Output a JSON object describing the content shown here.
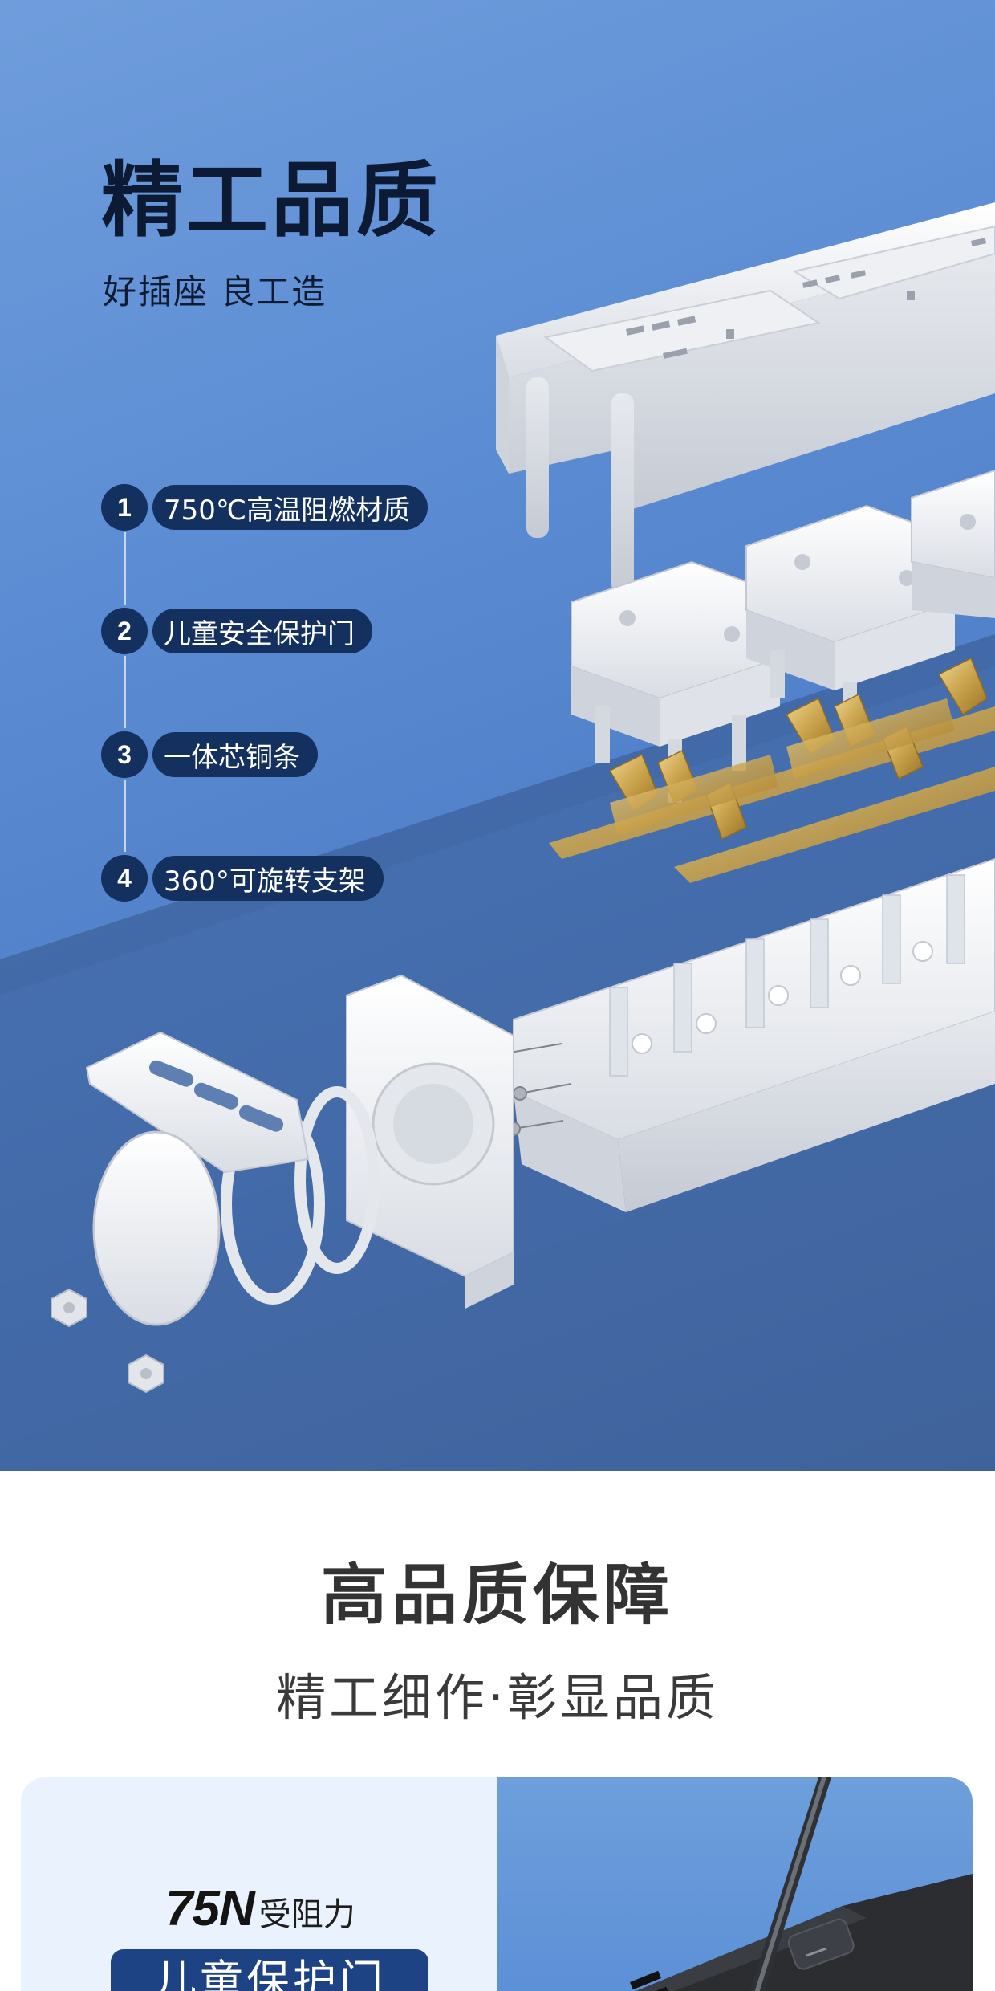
{
  "hero": {
    "title": "精工品质",
    "subtitle": "好插座 良工造",
    "features": [
      {
        "number": "1",
        "label": "750℃高温阻燃材质"
      },
      {
        "number": "2",
        "label": "儿童安全保护门"
      },
      {
        "number": "3",
        "label": "一体芯铜条"
      },
      {
        "number": "4",
        "label": "360°可旋转支架"
      }
    ]
  },
  "quality": {
    "title": "高品质保障",
    "subtitle": "精工细作·彰显品质"
  },
  "card": {
    "force_value": "75N",
    "force_label": "受阻力",
    "door_label": "儿童保护门"
  },
  "colors": {
    "badge_navy": "#13305f",
    "hero_blue": "#5b8cd3",
    "brass": "#c9a24c",
    "plastic_white": "#e9ecf1"
  }
}
